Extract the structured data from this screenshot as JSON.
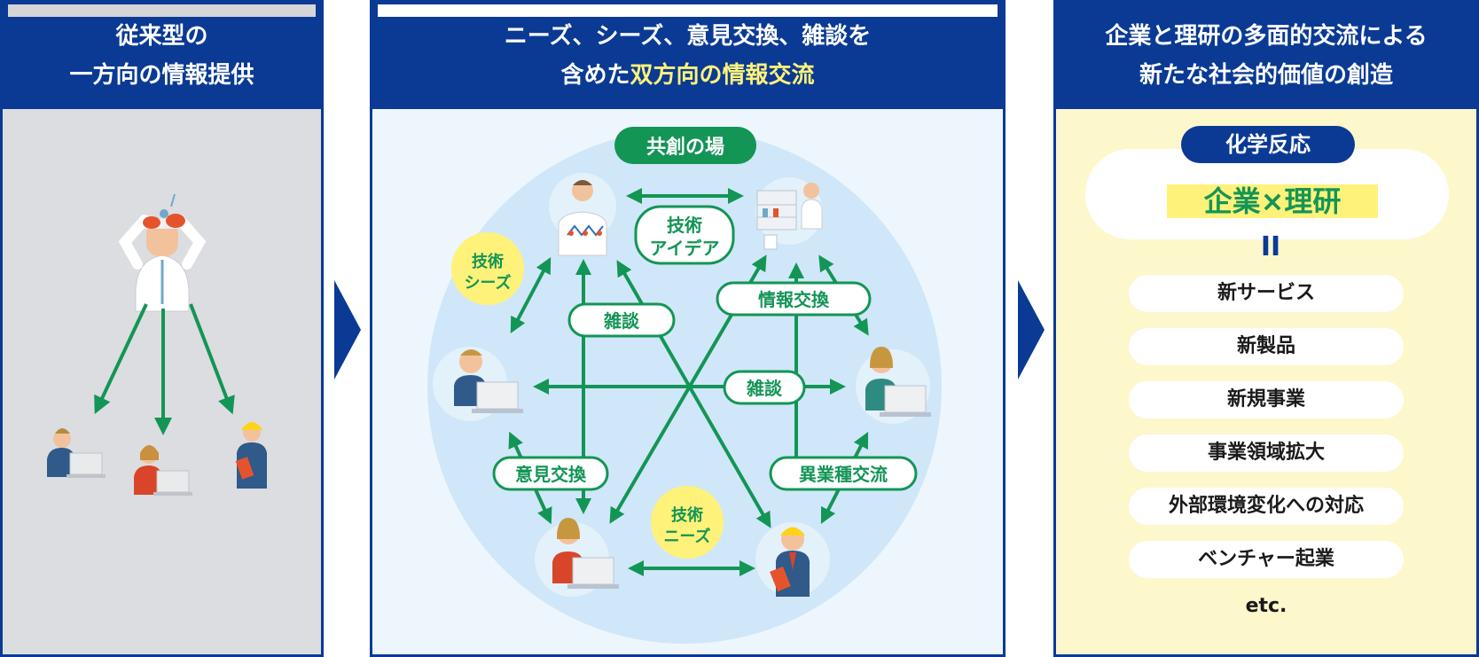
{
  "panel1": {
    "title_line1": "従来型の",
    "title_line2": "一方向の情報提供"
  },
  "panel2": {
    "title_line1": "ニーズ、シーズ、意見交換、雑談を",
    "title_line2_pre": "含めた",
    "title_line2_highlight": "双方向の情報交流",
    "badge": "共創の場",
    "labels": {
      "tech_seeds_1": "技術",
      "tech_seeds_2": "シーズ",
      "tech_idea_1": "技術",
      "tech_idea_2": "アイデア",
      "chat_upper": "雑談",
      "info_exchange": "情報交換",
      "chat_middle": "雑談",
      "opinion_exchange": "意見交換",
      "cross_industry": "異業種交流",
      "tech_needs_1": "技術",
      "tech_needs_2": "ニーズ"
    }
  },
  "panel3": {
    "title_line1": "企業と理研の多面的交流による",
    "title_line2": "新たな社会的価値の創造",
    "badge": "化学反応",
    "combo": "企業×理研",
    "equals": "II",
    "results": [
      "新サービス",
      "新製品",
      "新規事業",
      "事業領域拡大",
      "外部環境変化への対応",
      "ベンチャー起業"
    ],
    "etc": "etc."
  },
  "colors": {
    "navy": "#0a3a94",
    "green": "#139556",
    "yellow": "#fff27a",
    "light_blue": "#ecf6fc",
    "cream": "#fdf7cc",
    "gray": "#dcdde0"
  }
}
